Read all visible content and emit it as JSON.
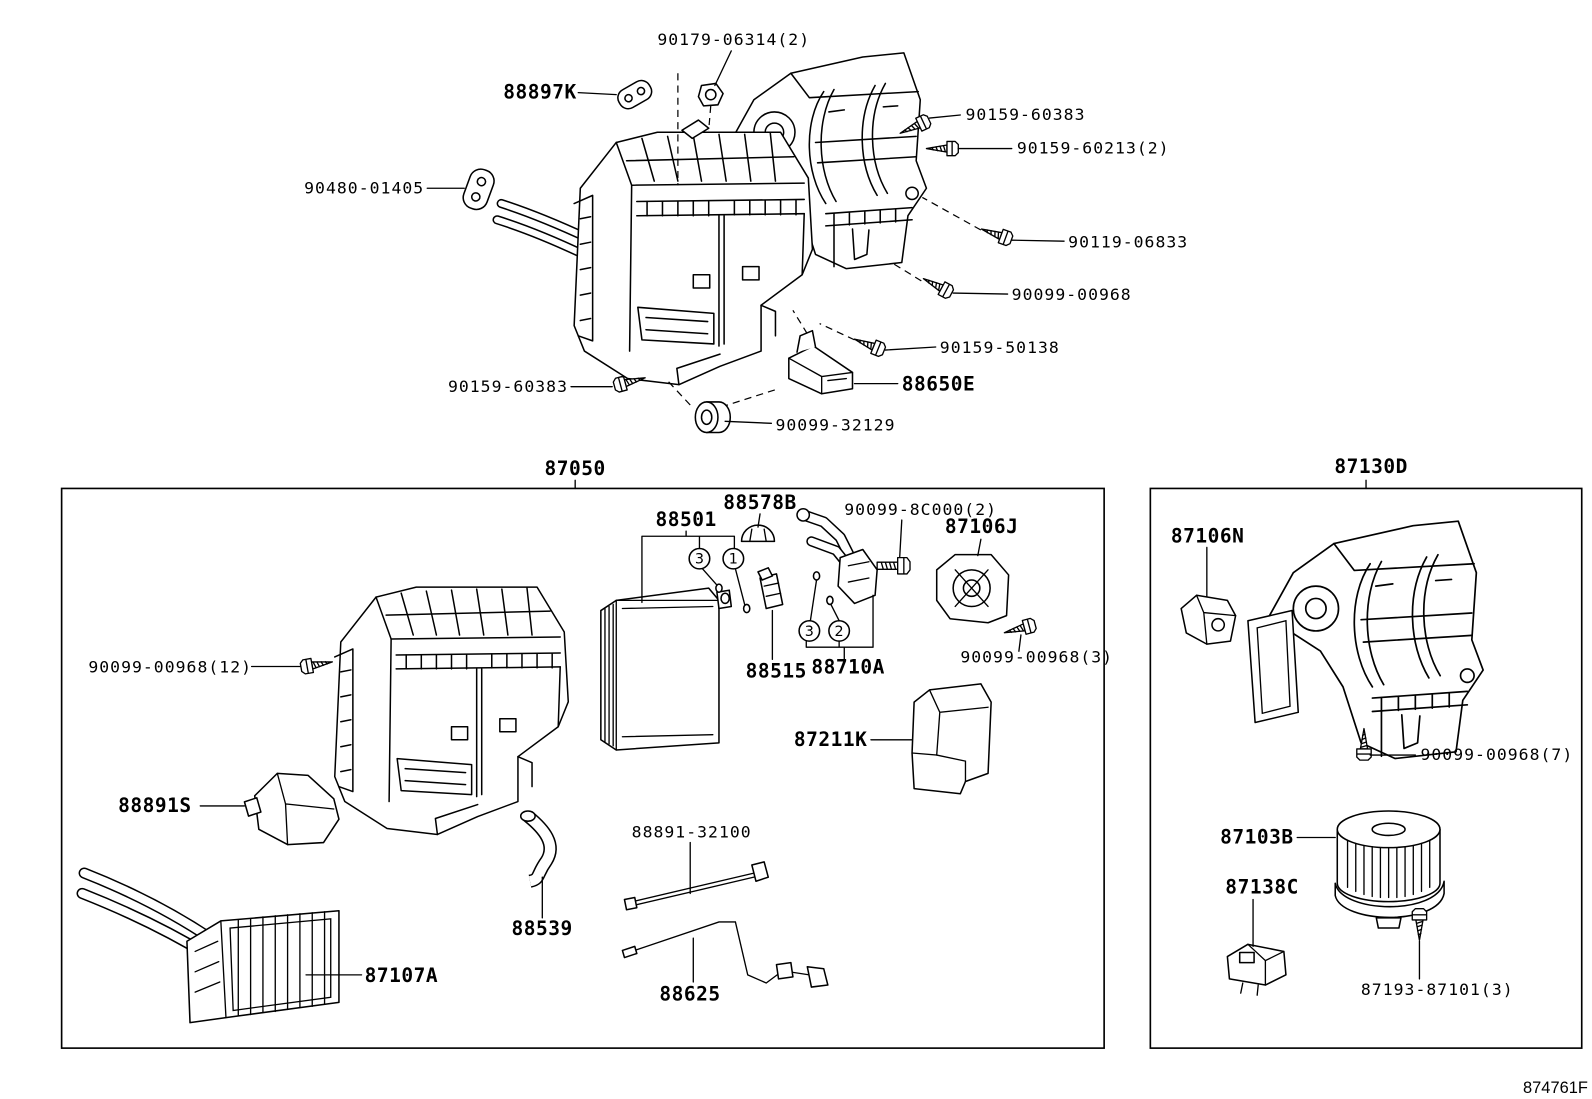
{
  "figure_code": "874761F",
  "assembly": {
    "nut_90179_06314": "90179-06314(2)",
    "gasket_88897k": "88897K",
    "screw_90159_60383_top": "90159-60383",
    "screw_90159_60213": "90159-60213(2)",
    "gasket_90480_01405": "90480-01405",
    "screw_90119_06833": "90119-06833",
    "screw_90099_00968": "90099-00968",
    "screw_90159_50138": "90159-50138",
    "screw_90159_60383_bottom": "90159-60383",
    "part_88650e": "88650E",
    "grommet_90099_32129": "90099-32129"
  },
  "heater_box": {
    "title": "87050",
    "evaporator_88501": "88501",
    "cap_88578b": "88578B",
    "bolt_90099_8c000": "90099-8C000(2)",
    "servo_87106j": "87106J",
    "screw_90099_00968_12": "90099-00968(12)",
    "thermistor_88515": "88515",
    "valve_88710a": "88710A",
    "screw_90099_00968_3": "90099-00968(3)",
    "duct_87211k": "87211K",
    "bracket_88891s": "88891S",
    "wire_88891_32100": "88891-32100",
    "hose_88539": "88539",
    "heater_core_87107a": "87107A",
    "sensor_88625": "88625"
  },
  "blower_box": {
    "title": "87130D",
    "servo_87106n": "87106N",
    "screw_90099_00968_7": "90099-00968(7)",
    "motor_87103b": "87103B",
    "resistor_87138c": "87138C",
    "screw_87193_87101": "87193-87101(3)"
  },
  "circled_refs": {
    "evap_ref_a": "3",
    "evap_ref_b": "1",
    "valve_ref_a": "3",
    "valve_ref_b": "2"
  }
}
